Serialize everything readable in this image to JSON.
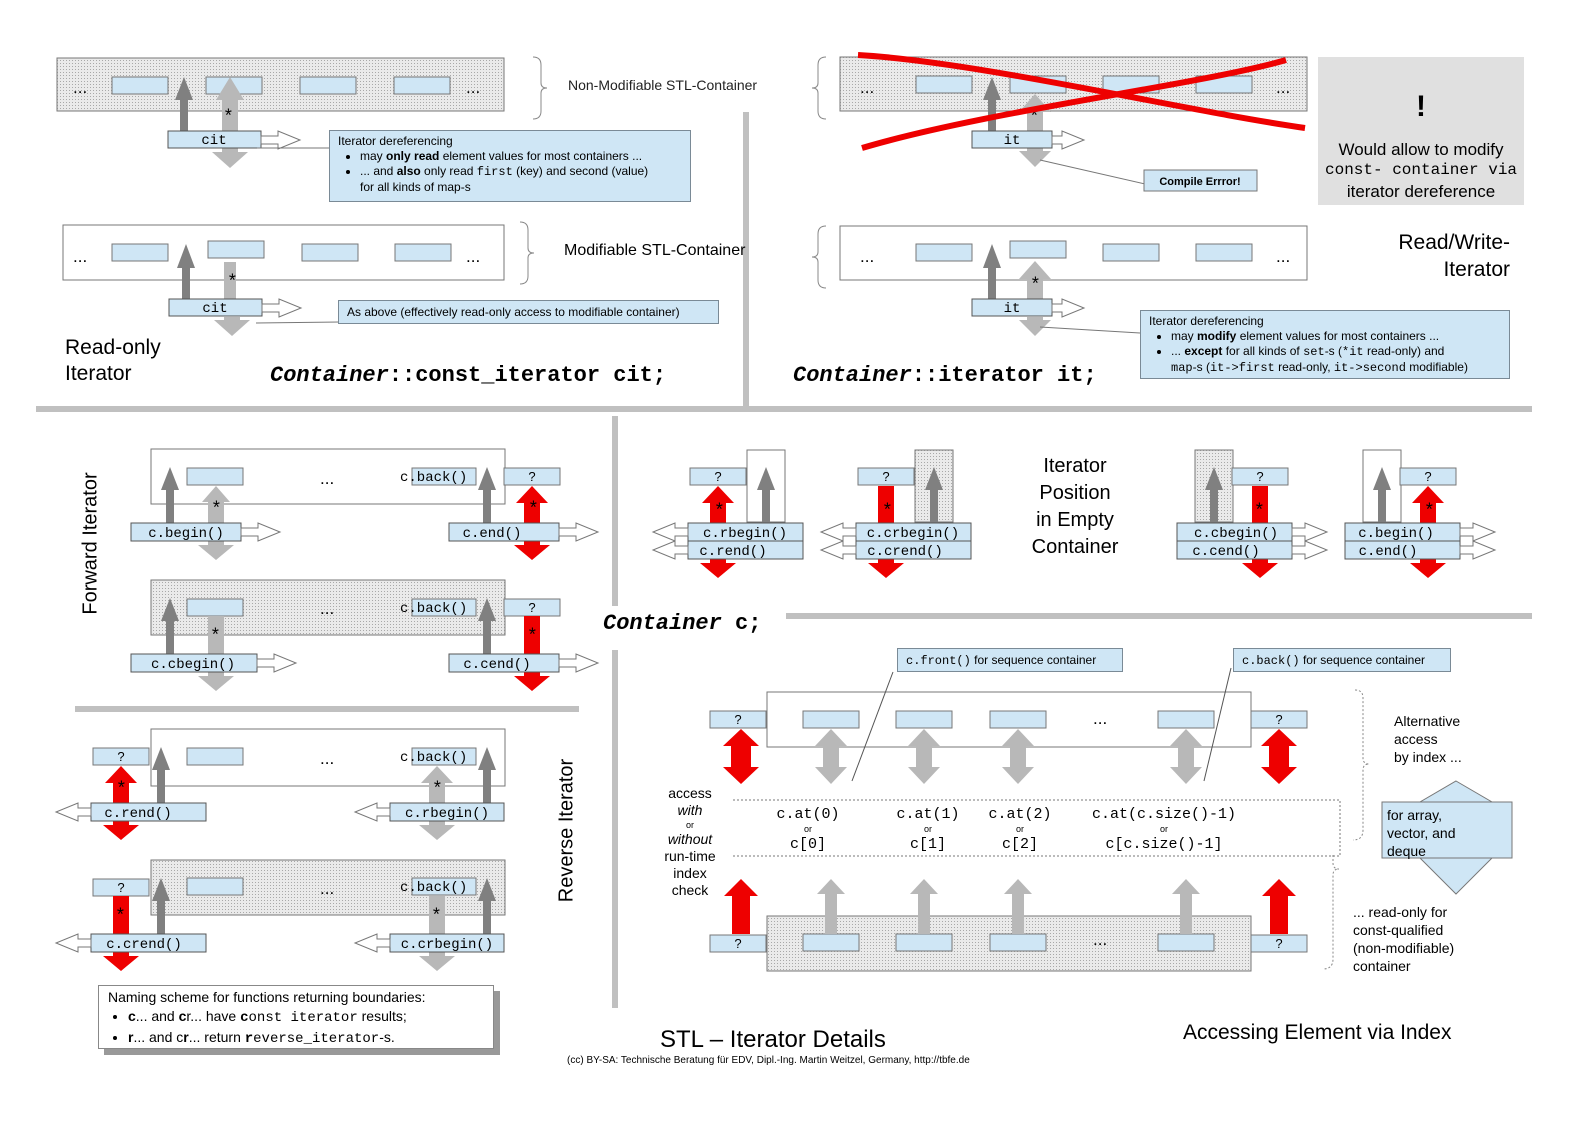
{
  "texts": {
    "nonmod_label": "Non-Modifiable STL-Container",
    "mod_label": "Modifiable STL-Container",
    "readonly_iter": [
      "Read-only",
      "Iterator"
    ],
    "readwrite_iter": [
      "Read/Write-",
      "Iterator"
    ],
    "decl_cit_type": "Container",
    "decl_cit_rest": "::const_iterator cit;",
    "decl_it_type": "Container",
    "decl_it_rest": "::iterator it;",
    "decl_c_type": "Container",
    "decl_c_rest": " c;",
    "forward_iterator": "Forward Iterator",
    "reverse_iterator": "Reverse Iterator",
    "empty_container": [
      "Iterator",
      "Position",
      "in Empty",
      "Container"
    ],
    "alt_access": [
      "Alternative",
      "access",
      "by index ..."
    ],
    "for_array": [
      "for array,",
      "vector, and",
      "deque"
    ],
    "readonly_for": [
      "... read-only for",
      "const-qualified",
      "(non-modifiable)",
      "container"
    ],
    "access_with": [
      "access",
      "with",
      "or",
      "without",
      "run-time",
      "index",
      "check"
    ],
    "title": "STL – Iterator Details",
    "accessing": "Accessing  Element via Index",
    "credit": "(cc) BY-SA: Technische Beratung für EDV, Dipl.-Ing. Martin Weitzel, Germany, http://tbfe.de",
    "compile_error": "Compile Errror!",
    "warning": [
      "Would allow to modify",
      "const- container via",
      "iterator dereference"
    ],
    "exclaim": "!",
    "ellipsis": "...",
    "star": "*",
    "q": "?",
    "or": "or"
  },
  "notes": {
    "cit_deref_title": "Iterator dereferencing",
    "cit_deref_1a": "may ",
    "cit_deref_1b": "only read",
    "cit_deref_1c": " element values for most containers ...",
    "cit_deref_2a": "... and ",
    "cit_deref_2b": "also",
    "cit_deref_2c": " only read ",
    "cit_deref_2d": "first",
    "cit_deref_2e": " (key) and second (value)",
    "cit_deref_3": "for all kinds of map-s",
    "as_above": "As above (effectively read-only access to modifiable container)",
    "it_deref_title": "Iterator dereferencing",
    "it_deref_1a": "may ",
    "it_deref_1b": "modify",
    "it_deref_1c": " element values for most containers ...",
    "it_deref_2a": "... ",
    "it_deref_2b": "except",
    "it_deref_2c": " for all kinds of ",
    "it_deref_2d": "set",
    "it_deref_2e": "-s (",
    "it_deref_2f": "*it",
    "it_deref_2g": " read-only) and",
    "it_deref_3a": "map",
    "it_deref_3b": "-s (",
    "it_deref_3c": "it->first",
    "it_deref_3d": " read-only, ",
    "it_deref_3e": "it->second",
    "it_deref_3f": " modifiable)",
    "front_note_code": "c.front()",
    "front_note_text": " for sequence container",
    "back_note_code": "c.back()",
    "back_note_text": " for sequence container"
  },
  "iterators": {
    "cit": "cit",
    "it": "it",
    "begin": "c.begin()",
    "end": "c.end()",
    "cbegin": "c.cbegin()",
    "cend": "c.cend()",
    "rbegin": "c.rbegin()",
    "rend": "c.rend()",
    "crbegin": "c.crbegin()",
    "crend": "c.crend()",
    "back": "c.back()",
    "back_c": "c",
    "back_rest": ".back()"
  },
  "index": {
    "at": [
      "c.at(0)",
      "c.at(1)",
      "c.at(2)",
      "c.at(c.size()-1)"
    ],
    "sub": [
      "c[0]",
      "c[1]",
      "c[2]",
      "c[c.size()-1]"
    ]
  },
  "naming": {
    "title": "Naming scheme for functions returning boundaries:",
    "l1_a": "c",
    "l1_b": "... and ",
    "l1_c": "c",
    "l1_d": "r... have ",
    "l1_e": "c",
    "l1_f": "onst iterator",
    "l1_g": " results;",
    "l2_a": "r",
    "l2_b": "... and c",
    "l2_c": "r",
    "l2_d": "...  return ",
    "l2_e": "r",
    "l2_f": "everse_iterator",
    "l2_g": "-s."
  },
  "colors": {
    "box_fill": "#cfe6f5",
    "red": "#ee0000",
    "gray_arrow": "#b8b8b8",
    "dark_arrow": "#808080",
    "divider": "#c0c0c0"
  }
}
